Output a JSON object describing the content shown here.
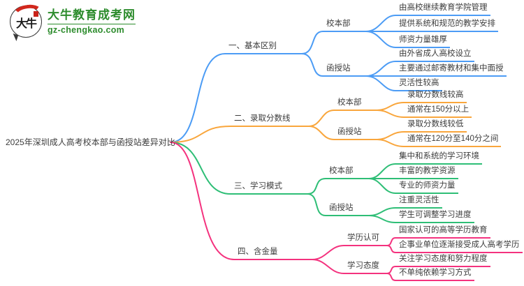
{
  "logo": {
    "badge_text": "大牛",
    "site_name": "大牛教育成考网",
    "site_url": "gz-chengkao.com"
  },
  "palette": {
    "branch1": "#4c9cf5",
    "branch2": "#f9a63c",
    "branch3": "#2ebe76",
    "branch4": "#f4327e",
    "logo_green": "#2d8c2d",
    "logo_red": "#d2271d",
    "text": "#3c3c3c"
  },
  "mindmap": {
    "root": "2025年深圳成人高考校本部与函授站差异对比",
    "branches": [
      {
        "label": "一、基本区别",
        "color": "#4c9cf5",
        "children": [
          {
            "label": "校本部",
            "children": [
              "由高校继续教育学院管理",
              "提供系统和规范的教学安排",
              "师资力量雄厚"
            ]
          },
          {
            "label": "函授站",
            "children": [
              "由外省成人高校设立",
              "主要通过邮寄教材和集中面授",
              "灵活性较高"
            ]
          }
        ]
      },
      {
        "label": "二、录取分数线",
        "color": "#f9a63c",
        "children": [
          {
            "label": "校本部",
            "children": [
              "录取分数线较高",
              "通常在150分以上"
            ]
          },
          {
            "label": "函授站",
            "children": [
              "录取分数线较低",
              "通常在120分至140分之间"
            ]
          }
        ]
      },
      {
        "label": "三、学习模式",
        "color": "#2ebe76",
        "children": [
          {
            "label": "校本部",
            "children": [
              "集中和系统的学习环境",
              "丰富的教学资源",
              "专业的师资力量"
            ]
          },
          {
            "label": "函授站",
            "children": [
              "注重灵活性",
              "学生可调整学习进度"
            ]
          }
        ]
      },
      {
        "label": "四、含金量",
        "color": "#f4327e",
        "children": [
          {
            "label": "学历认可",
            "children": [
              "国家认可的高等学历教育",
              "企事业单位逐渐接受成人高考学历"
            ]
          },
          {
            "label": "学习态度",
            "children": [
              "关注学习态度和努力程度",
              "不单纯依赖学习方式"
            ]
          }
        ]
      }
    ]
  }
}
